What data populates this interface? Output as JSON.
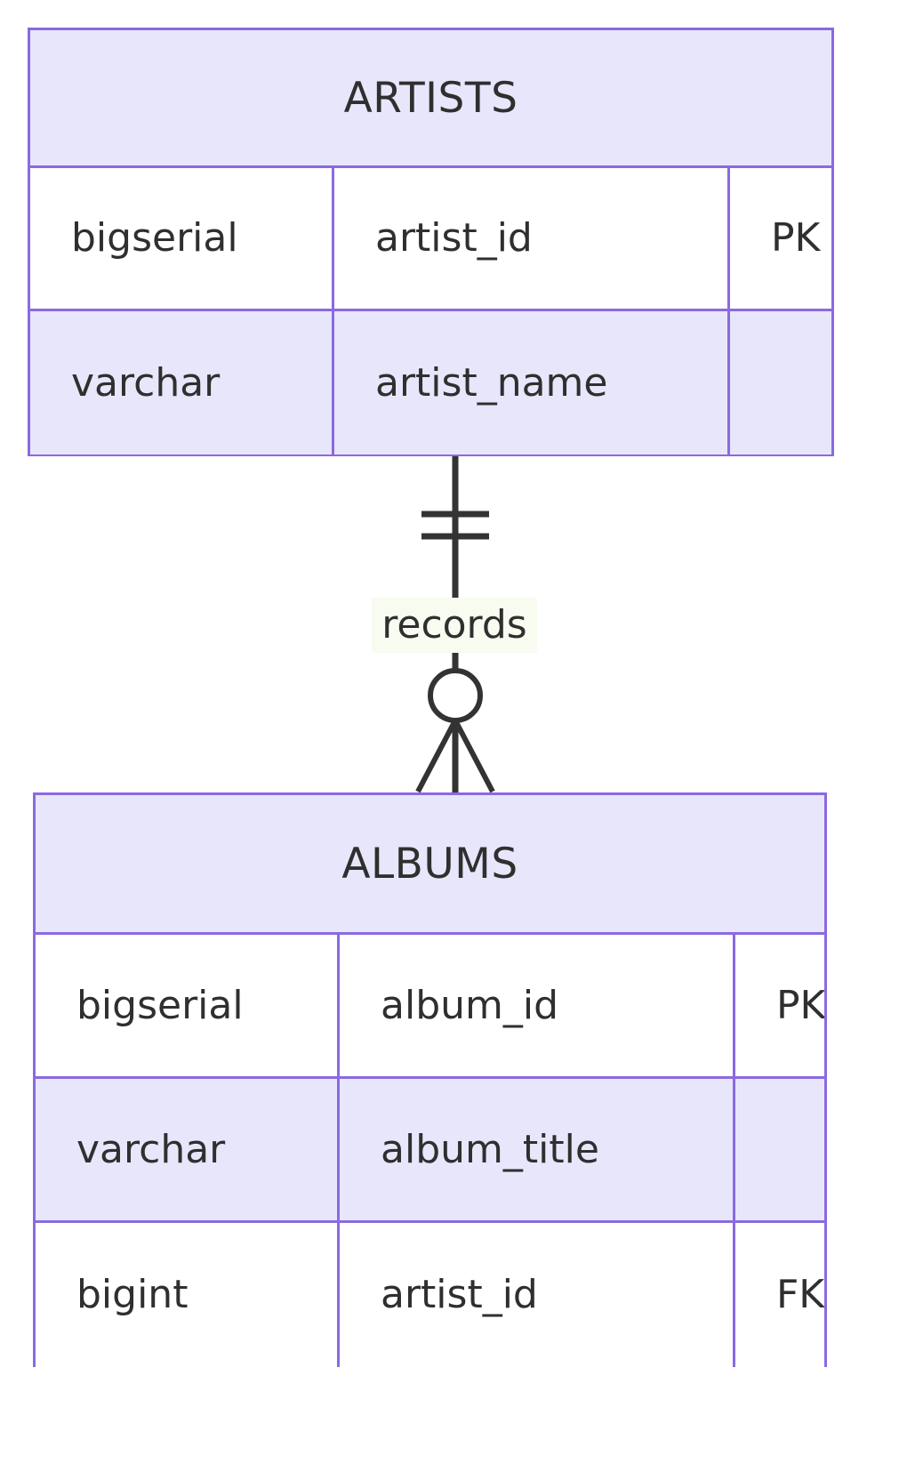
{
  "diagram": {
    "type": "entity-relationship-diagram",
    "notation": "crows-foot",
    "background_color": "#ffffff",
    "entity_border_color": "#8a6ae0",
    "entity_fill_color": "#e8e6fb",
    "row_alt_fill_color": "#ffffff",
    "connector_color": "#333333",
    "text_color": "#2f2f2f",
    "label_highlight_color": "#f8fbf0"
  },
  "entities": [
    {
      "id": "artists",
      "title": "ARTISTS",
      "attributes": [
        {
          "type": "bigserial",
          "name": "artist_id",
          "key": "PK"
        },
        {
          "type": "varchar",
          "name": "artist_name",
          "key": ""
        }
      ]
    },
    {
      "id": "albums",
      "title": "ALBUMS",
      "attributes": [
        {
          "type": "bigserial",
          "name": "album_id",
          "key": "PK"
        },
        {
          "type": "varchar",
          "name": "album_title",
          "key": ""
        },
        {
          "type": "bigint",
          "name": "artist_id",
          "key": "FK"
        }
      ]
    }
  ],
  "relationships": [
    {
      "label": "records",
      "from": "ARTISTS",
      "to": "ALBUMS",
      "from_cardinality": "exactly-one",
      "to_cardinality": "zero-or-many",
      "from_symbol": "one-and-only-one",
      "to_symbol": "zero-or-many-crows-foot"
    }
  ]
}
